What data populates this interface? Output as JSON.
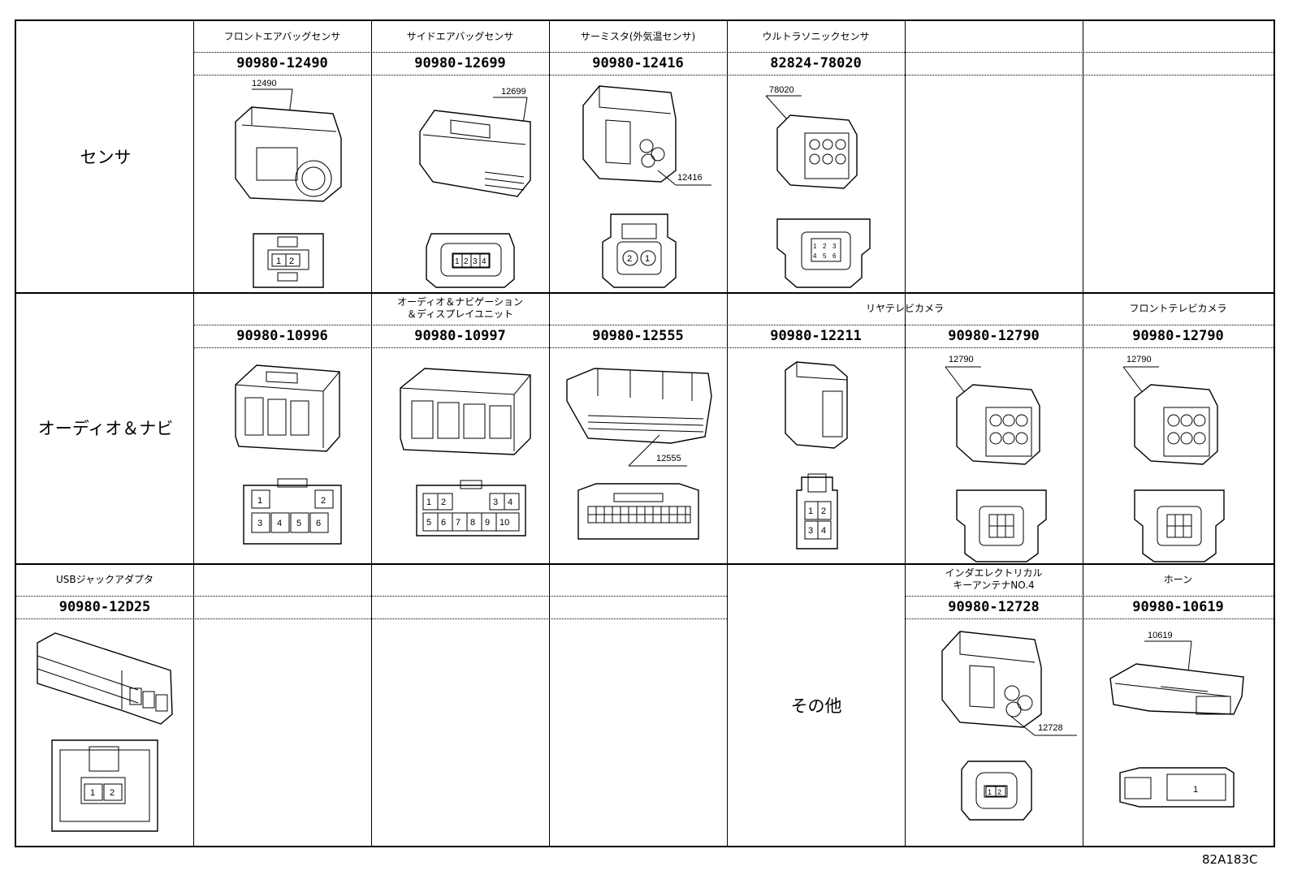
{
  "figure_code": "82A183C",
  "categories": {
    "sensor": "センサ",
    "audio": "オーディオ＆ナビ",
    "other": "その他"
  },
  "sensor_row": [
    {
      "label": "フロントエアバッグセンサ",
      "part": "90980-12490",
      "callout": "12490",
      "pins": [
        "1",
        "2"
      ]
    },
    {
      "label": "サイドエアバッグセンサ",
      "part": "90980-12699",
      "callout": "12699",
      "pins": [
        "1",
        "2",
        "3",
        "4"
      ]
    },
    {
      "label": "サーミスタ(外気温センサ)",
      "part": "90980-12416",
      "callout": "12416",
      "pins": [
        "2",
        "1"
      ]
    },
    {
      "label": "ウルトラソニックセンサ",
      "part": "82824-78020",
      "callout": "78020",
      "pins": [
        "1",
        "2",
        "3",
        "4",
        "5",
        "6"
      ]
    }
  ],
  "audio_row": {
    "group_label": "オーディオ＆ナビゲーション\n＆ディスプレイユニット",
    "rear_camera_label": "リヤテレビカメラ",
    "front_camera_label": "フロントテレビカメラ",
    "parts": [
      {
        "part": "90980-10996",
        "pins": [
          "1",
          "2",
          "3",
          "4",
          "5",
          "6"
        ]
      },
      {
        "part": "90980-10997",
        "pins": [
          "1",
          "2",
          "3",
          "4",
          "5",
          "6",
          "7",
          "8",
          "9",
          "10"
        ]
      },
      {
        "part": "90980-12555",
        "callout": "12555"
      },
      {
        "part": "90980-12211",
        "pins": [
          "1",
          "2",
          "3",
          "4"
        ]
      },
      {
        "part": "90980-12790",
        "callout": "12790"
      },
      {
        "part": "90980-12790",
        "callout": "12790"
      }
    ]
  },
  "other_row": [
    {
      "label": "USBジャックアダプタ",
      "part": "90980-12D25",
      "pins": [
        "1",
        "2"
      ]
    },
    {
      "label": "インダエレクトリカル\nキーアンテナNO.4",
      "part": "90980-12728",
      "callout": "12728",
      "pins": [
        "1",
        "2"
      ]
    },
    {
      "label": "ホーン",
      "part": "90980-10619",
      "callout": "10619",
      "pins": [
        "1"
      ]
    }
  ]
}
